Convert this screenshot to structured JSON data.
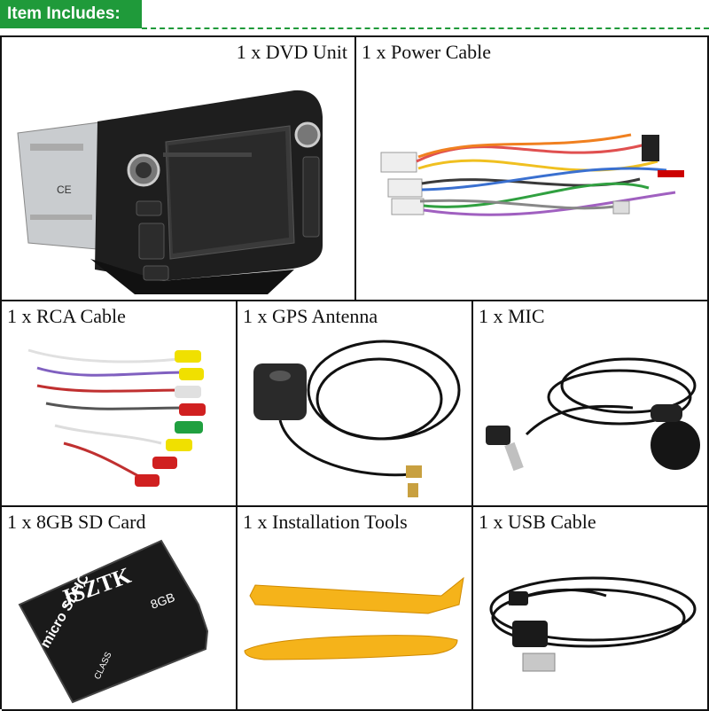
{
  "header": {
    "title": "Item Includes:",
    "accent_color": "#1f9a3a"
  },
  "items": [
    {
      "label": "1 x DVD Unit",
      "icon": "dvd-unit-image"
    },
    {
      "label": "1 x Power Cable",
      "icon": "power-cable-image"
    },
    {
      "label": "1 x RCA Cable",
      "icon": "rca-cable-image"
    },
    {
      "label": "1 x GPS Antenna",
      "icon": "gps-antenna-image"
    },
    {
      "label": "1 x MIC",
      "icon": "microphone-image"
    },
    {
      "label": "1 x 8GB SD Card",
      "icon": "sd-card-image"
    },
    {
      "label": "1 x Installation Tools",
      "icon": "pry-tools-image"
    },
    {
      "label": "1 x USB Cable",
      "icon": "usb-cable-image"
    }
  ],
  "sd_card": {
    "brand": "JSZTK",
    "capacity": "8GB",
    "logo": "micro SDHC",
    "class_text": "CLASS"
  }
}
